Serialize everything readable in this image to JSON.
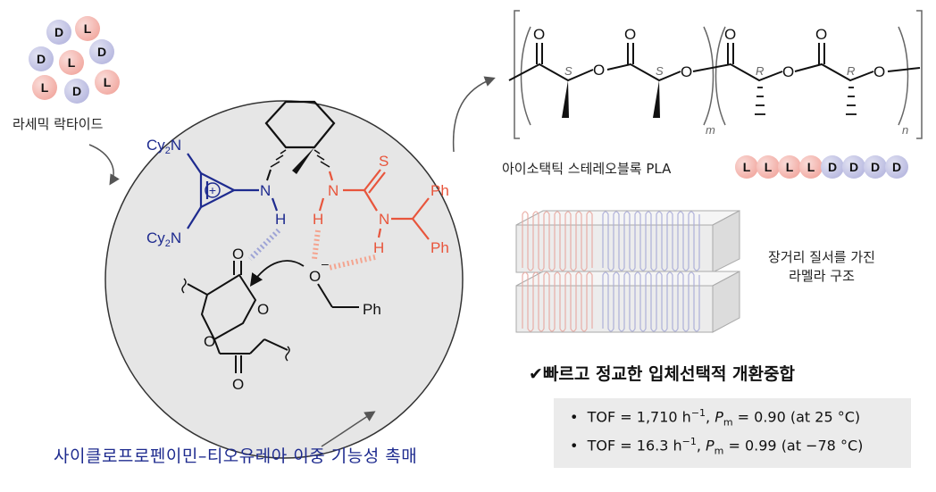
{
  "lactide": {
    "caption": "라세믹 락타이드",
    "beads": [
      {
        "letter": "D",
        "color": "#b8b9e0"
      },
      {
        "letter": "L",
        "color": "#f2aaa2"
      },
      {
        "letter": "D",
        "color": "#b8b9e0"
      },
      {
        "letter": "L",
        "color": "#f2aaa2"
      },
      {
        "letter": "D",
        "color": "#b8b9e0"
      },
      {
        "letter": "L",
        "color": "#f2aaa2"
      },
      {
        "letter": "D",
        "color": "#b8b9e0"
      },
      {
        "letter": "L",
        "color": "#f2aaa2"
      }
    ]
  },
  "catalyst": {
    "name": "사이클로프로펜이민–티오유레아 이중 기능성 촉매",
    "amine_group": "Cy",
    "amine_sub": "2",
    "amine_atom": "N",
    "nitrogen": "N",
    "hydrogen": "H",
    "sulfur": "S",
    "oxygen": "O",
    "charge_symbol": "+",
    "anion": "–",
    "phenyl": "Ph",
    "colors": {
      "blue": "#1e2b8f",
      "orange": "#e8553c",
      "circle": "#e6e6e6"
    }
  },
  "polymer": {
    "stereo_s": "S",
    "stereo_r": "R",
    "sub_m": "m",
    "sub_n": "n",
    "oxygen": "O",
    "block_label": "아이소택틱 스테레오블록 PLA",
    "block_beads": [
      {
        "letter": "L",
        "color": "#f2aaa2"
      },
      {
        "letter": "L",
        "color": "#f2aaa2"
      },
      {
        "letter": "L",
        "color": "#f2aaa2"
      },
      {
        "letter": "L",
        "color": "#f2aaa2"
      },
      {
        "letter": "D",
        "color": "#b8b9e0"
      },
      {
        "letter": "D",
        "color": "#b8b9e0"
      },
      {
        "letter": "D",
        "color": "#b8b9e0"
      },
      {
        "letter": "D",
        "color": "#b8b9e0"
      }
    ]
  },
  "lamellar": {
    "line1": "장거리 질서를 가진",
    "line2": "라멜라 구조"
  },
  "headline": "✔빠르고 정교한 입체선택적 개환중합",
  "stats": [
    {
      "bullet": "•",
      "tof_label": "TOF = ",
      "tof_value": "1,710",
      "tof_unit": "h",
      "tof_exp": "−1",
      "pm_label": "P",
      "pm_sub": "m",
      "pm_value": " = 0.90",
      "cond": "(at 25 °C)"
    },
    {
      "bullet": "•",
      "tof_label": "TOF = ",
      "tof_value": "16.3",
      "tof_unit": "h",
      "tof_exp": "−1",
      "pm_label": "P",
      "pm_sub": "m",
      "pm_value": " = 0.99",
      "cond": "(at −78 °C)"
    }
  ]
}
